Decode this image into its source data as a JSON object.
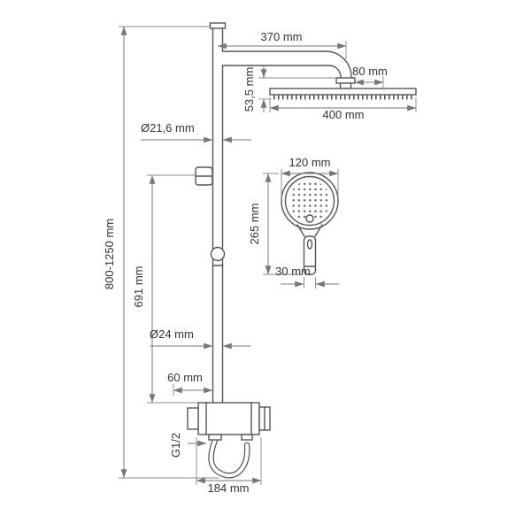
{
  "page": {
    "background": "#ffffff"
  },
  "diagram": {
    "kind": "shower-system-technical-drawing",
    "labels": {
      "top_width": "370 mm",
      "arm_offset": "80 mm",
      "head_height": "53,5 mm",
      "head_width": "400 mm",
      "upper_pipe_diameter": "Ø21,6 mm",
      "total_height": "800-1250 mm",
      "column_height": "691 mm",
      "handshower_diameter": "120 mm",
      "handshower_length": "265 mm",
      "handle_width": "30 mm",
      "lower_pipe_diameter": "Ø24 mm",
      "bracket_offset": "60 mm",
      "connection_thread": "G1/2",
      "mixer_width": "184 mm"
    },
    "colors": {
      "product_line": "#555555",
      "dimension_line": "#777777",
      "text": "#333333",
      "background": "#ffffff"
    }
  }
}
